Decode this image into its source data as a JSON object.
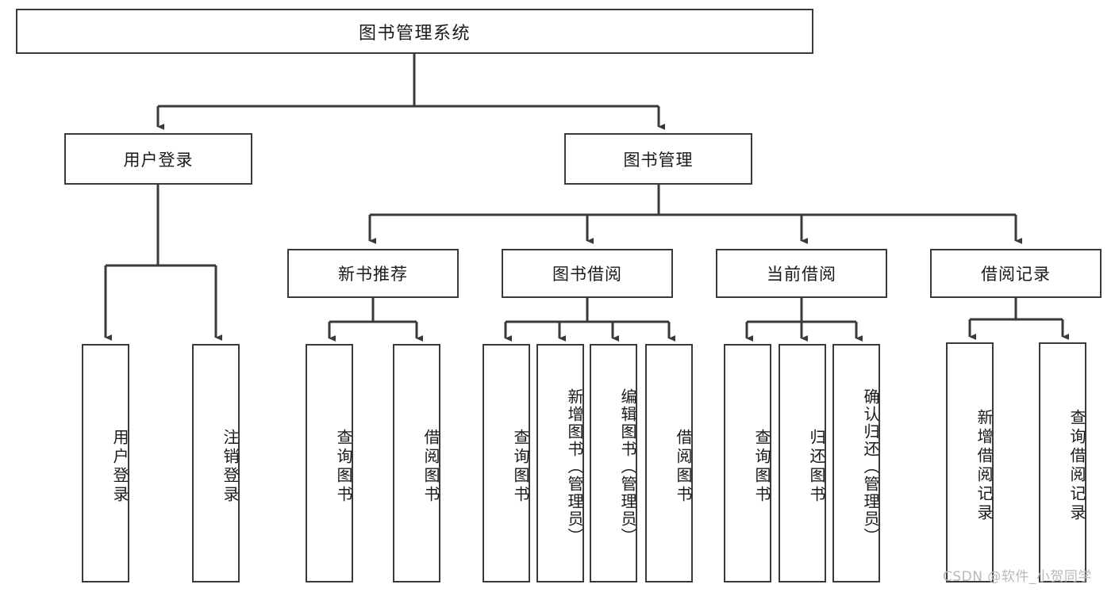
{
  "diagram": {
    "type": "tree",
    "title": "图书管理系统",
    "root": {
      "label": "图书管理系统"
    },
    "level1": [
      {
        "label": "用户登录"
      },
      {
        "label": "图书管理"
      }
    ],
    "level2": [
      {
        "label": "新书推荐"
      },
      {
        "label": "图书借阅"
      },
      {
        "label": "当前借阅"
      },
      {
        "label": "借阅记录"
      }
    ],
    "leaves": {
      "user_login": [
        {
          "label": "用户登录"
        },
        {
          "label": "注销登录"
        }
      ],
      "new_book": [
        {
          "label": "查询图书"
        },
        {
          "label": "借阅图书"
        }
      ],
      "book_borrow": [
        {
          "label": "查询图书"
        },
        {
          "label": "新增图书（管理员）"
        },
        {
          "label": "编辑图书（管理员）"
        },
        {
          "label": "借阅图书"
        }
      ],
      "current_borrow": [
        {
          "label": "查询图书"
        },
        {
          "label": "归还图书"
        },
        {
          "label": "确认归还（管理员）"
        }
      ],
      "borrow_record": [
        {
          "label": "新增借阅记录"
        },
        {
          "label": "查询借阅记录"
        }
      ]
    }
  },
  "watermark": {
    "text": "CSDN @软件_小贺同学"
  },
  "colors": {
    "stroke": "#3a3a3a",
    "background": "#ffffff",
    "text": "#1a1a1a",
    "watermark": "#b9b9b9"
  }
}
